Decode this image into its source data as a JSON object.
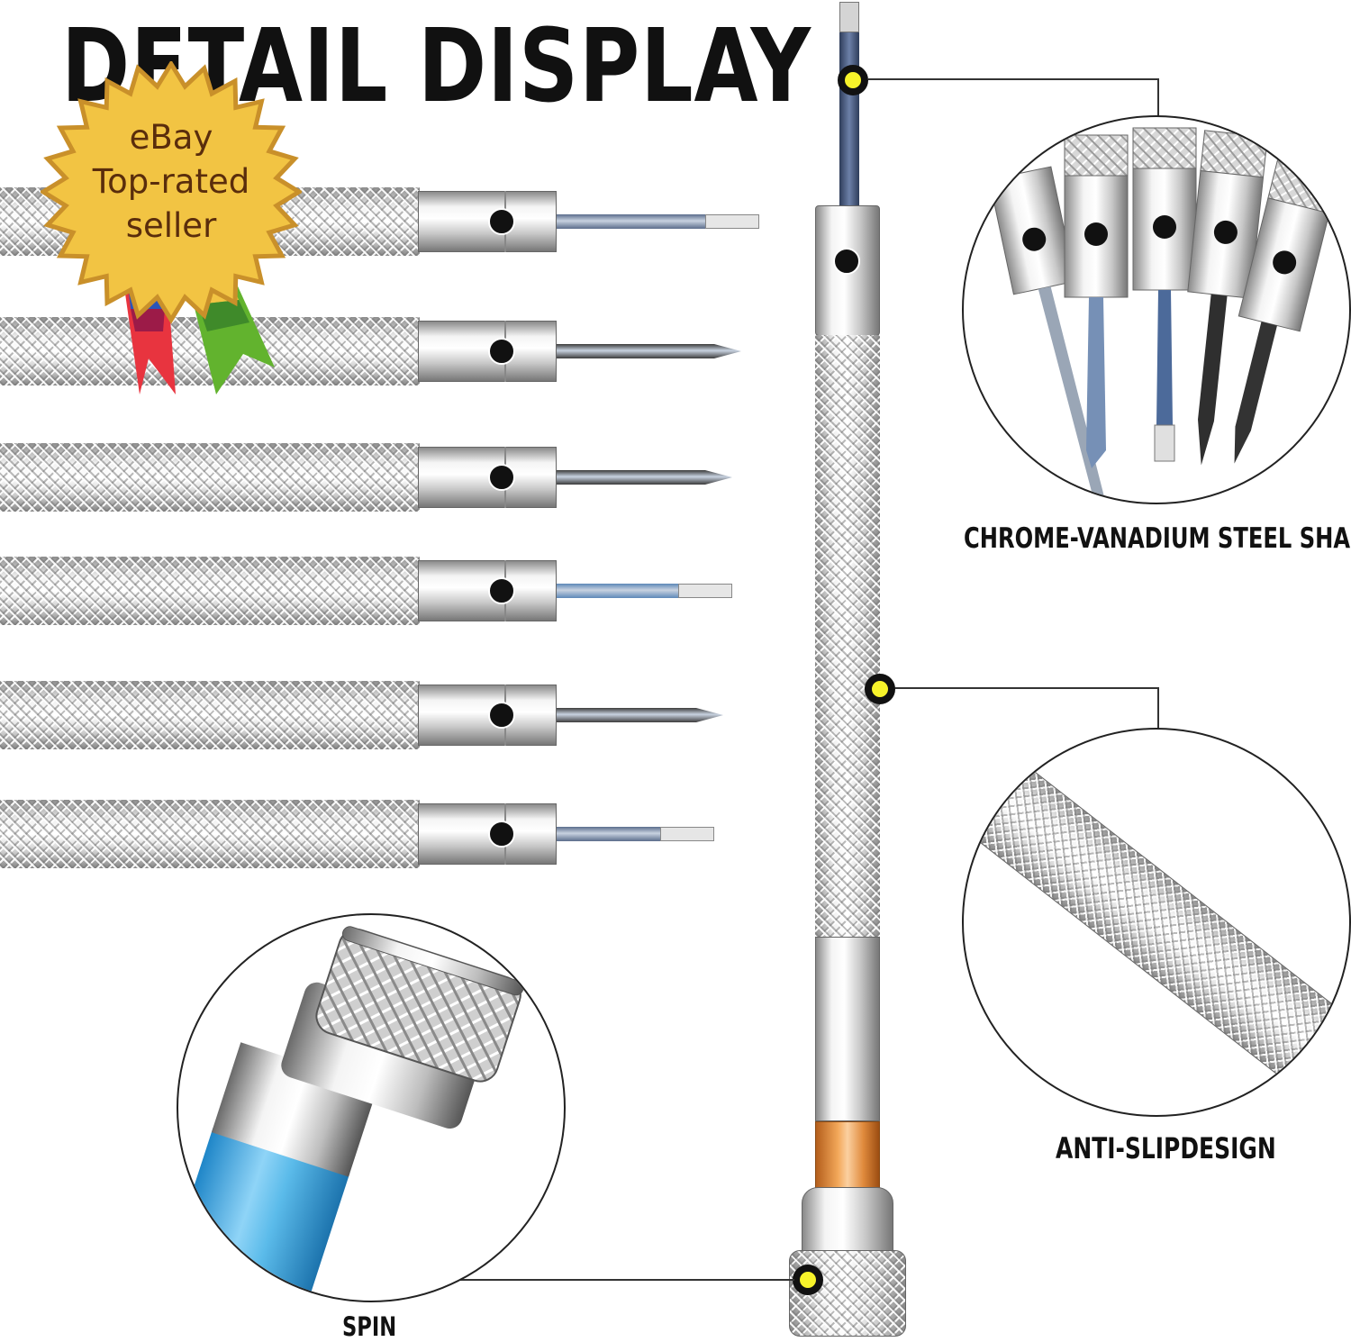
{
  "title": "DETAIL DISPLAY",
  "badge": {
    "line1": "eBay",
    "line2": "Top-rated",
    "line3": "seller"
  },
  "labels": {
    "shaft": "CHROME-VANADIUM STEEL SHAFT",
    "grip": "ANTI-SLIPDESIGN",
    "spin": "SPIN"
  },
  "colors": {
    "callout_dot": "#f7f32a",
    "badge_gold": "#f2c443",
    "orange_band": "#e8943e",
    "blue_band": "#4fb3e8"
  },
  "screwdrivers": [
    {
      "tip": "flat",
      "shaft_color": "#5b6d8c"
    },
    {
      "tip": "phillips",
      "shaft_color": "#3c3c3c"
    },
    {
      "tip": "phillips-small",
      "shaft_color": "#3a3a3a"
    },
    {
      "tip": "flat",
      "shaft_color": "#5d88b8"
    },
    {
      "tip": "phillips",
      "shaft_color": "#3c3c3c"
    },
    {
      "tip": "flat-small",
      "shaft_color": "#5b6d8c"
    }
  ]
}
